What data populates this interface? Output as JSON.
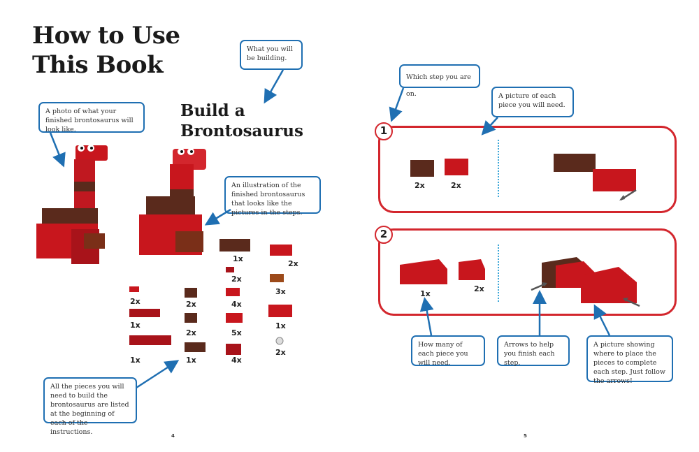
{
  "page": {
    "title_line1": "How to Use",
    "title_line2": "This Book",
    "build_title_line1": "Build a",
    "build_title_line2": "Brontosaurus",
    "left_page_number": "4",
    "right_page_number": "5"
  },
  "callouts": {
    "what_building": "What you will be building.",
    "photo": "A photo of what your finished brontosaurus will look like.",
    "illustration": "An illustration of the finished brontosaurus that looks like the pictures in the steps.",
    "pieces_list": "All the pieces you will need to build the brontosaurus are listed at the beginning of each of the instructions.",
    "which_step": "Which step you are on.",
    "picture_each_piece": "A picture of each piece you will need.",
    "how_many": "How many of each piece you will need.",
    "arrows": "Arrows to help you finish each step.",
    "picture_showing": "A picture showing where to place the pieces to complete each step. Just follow the arrows!"
  },
  "parts_list": {
    "col1": [
      "2x",
      "1x",
      "1x"
    ],
    "col2": [
      "2x",
      "2x",
      "1x"
    ],
    "col3": [
      "1x",
      "2x",
      "4x",
      "5x",
      "4x"
    ],
    "col4": [
      "2x",
      "3x",
      "1x",
      "2x"
    ]
  },
  "steps": [
    {
      "number": "1",
      "quantities": [
        "2x",
        "2x"
      ]
    },
    {
      "number": "2",
      "quantities": [
        "1x",
        "2x"
      ]
    }
  ],
  "colors": {
    "callout_border": "#1f6fb2",
    "step_border": "#d3262d",
    "brick_red": "#c8161d",
    "brick_brown": "#5a2a1c",
    "dotted_divider": "#3aa6d8"
  }
}
